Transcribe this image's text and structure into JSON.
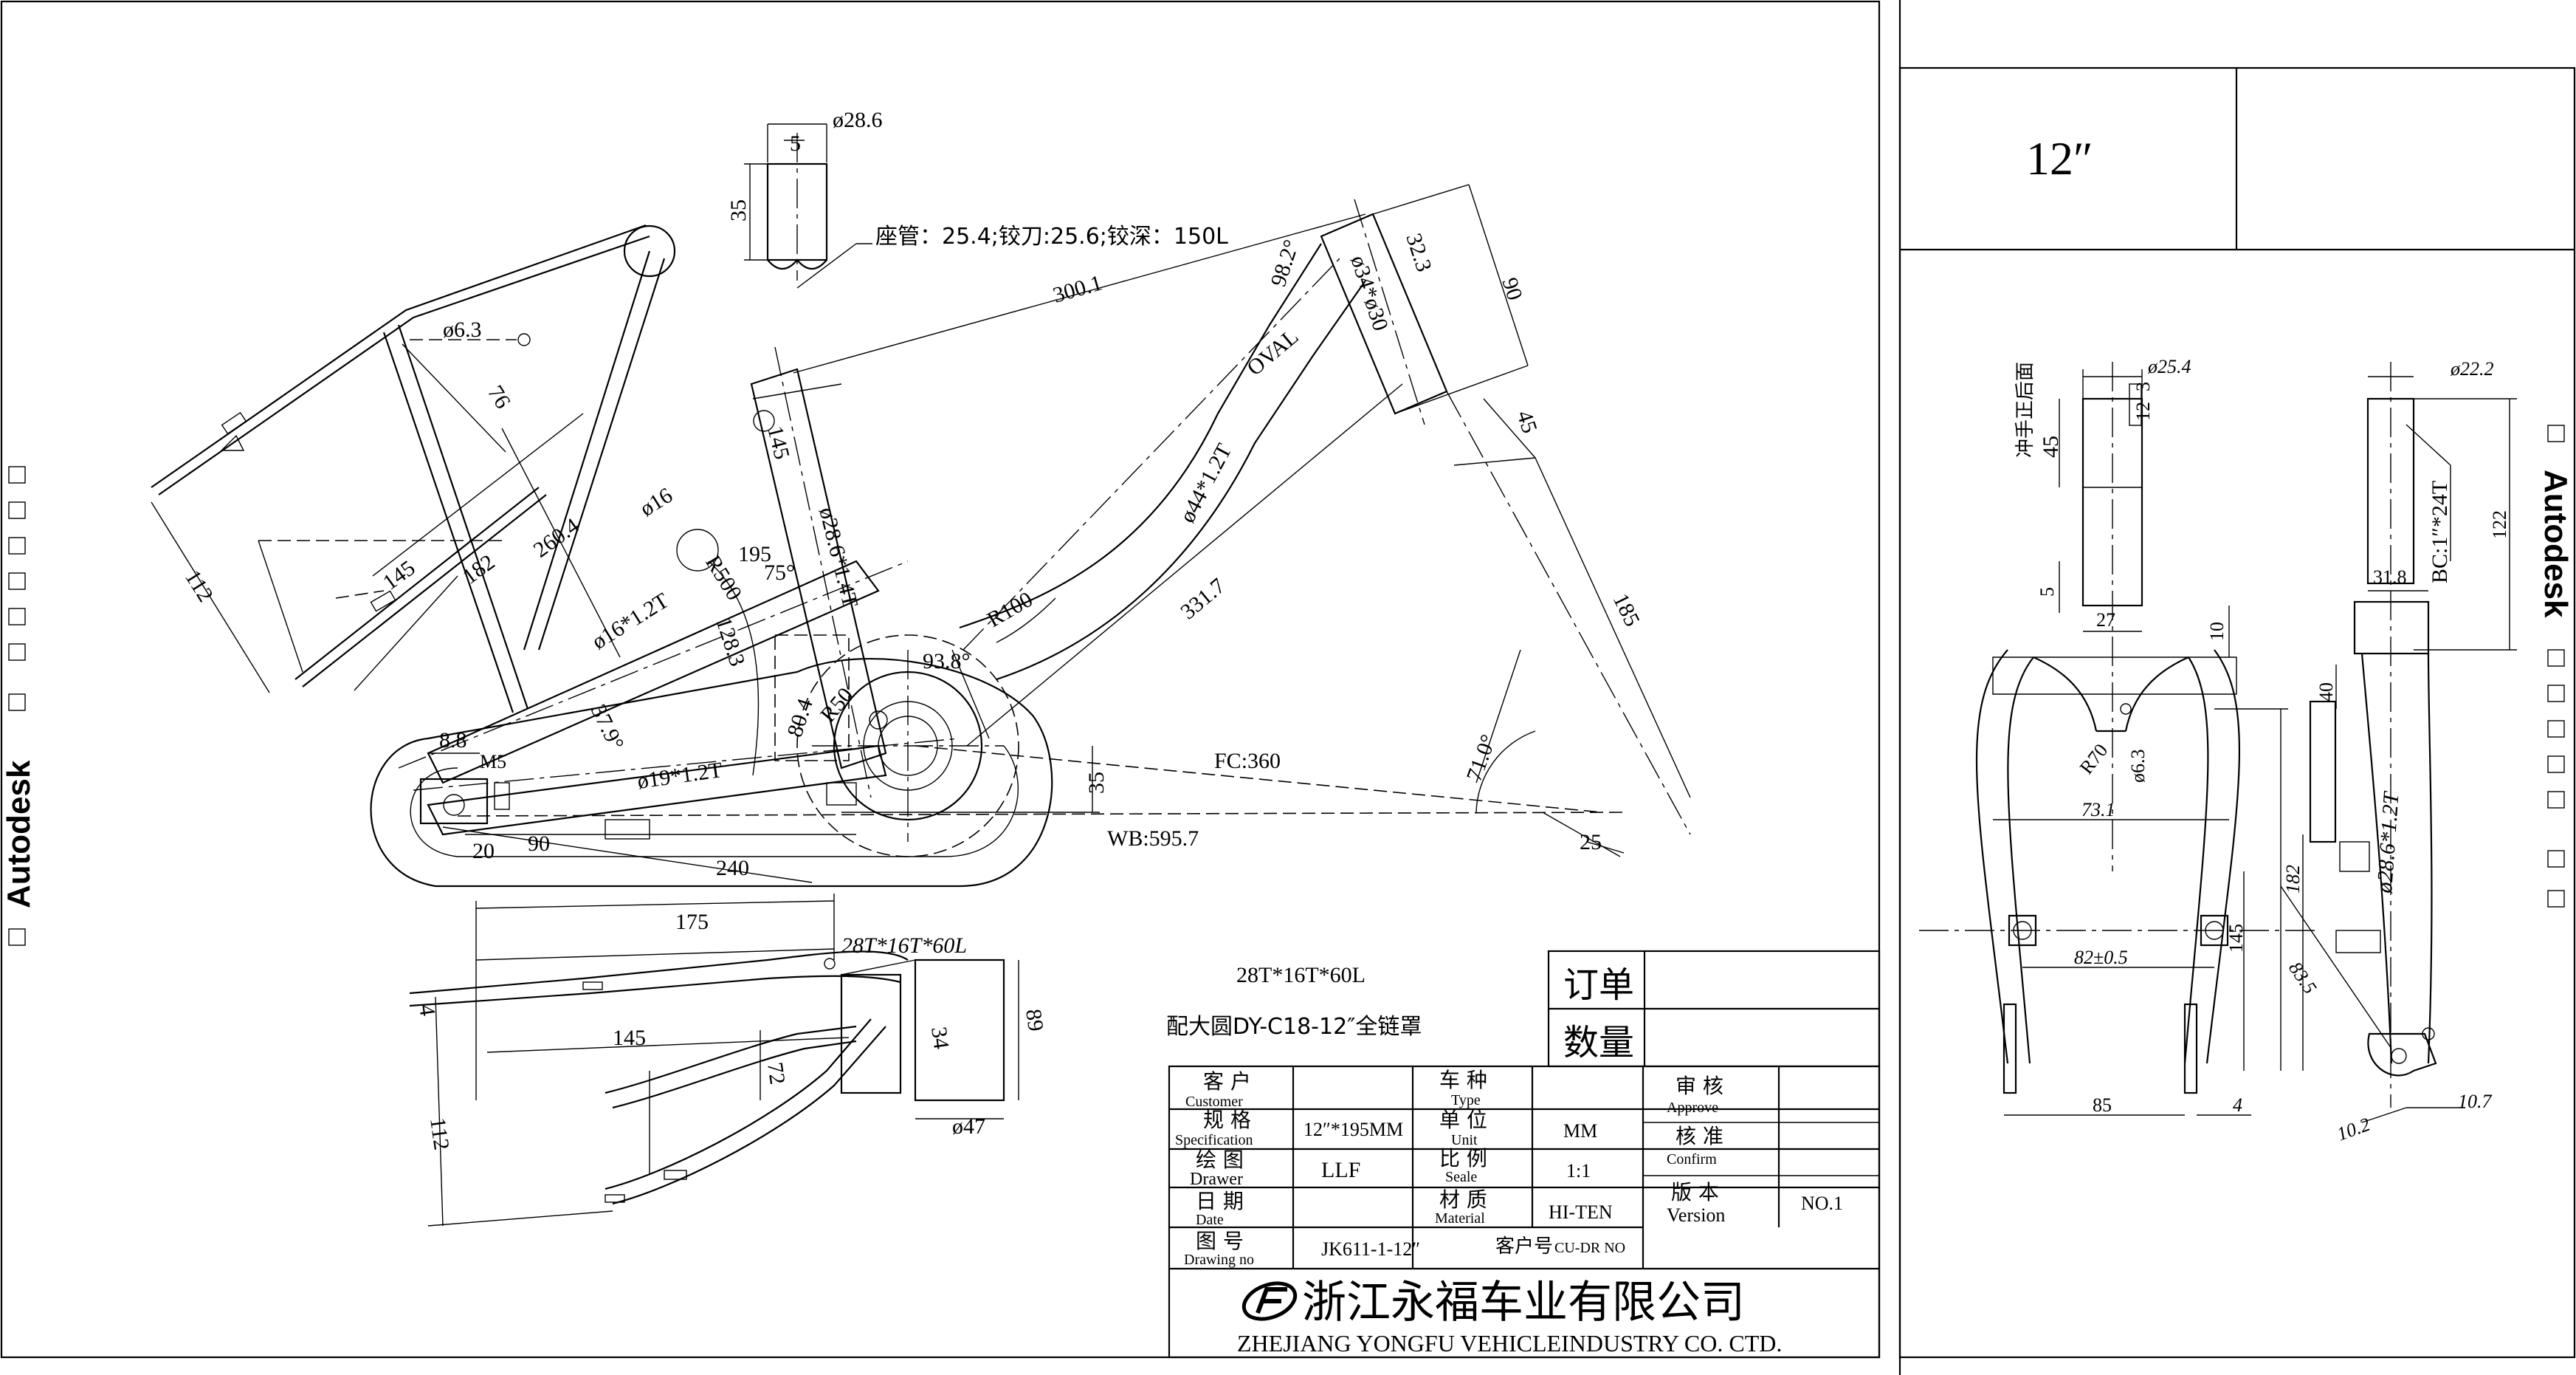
{
  "side_text": "Autodesk",
  "frame": {
    "seat_tube_top_od": "ø28.6",
    "seat_tube_top_len": "35",
    "seat_tube_top_small": "5",
    "seat_note": "座管：25.4;铰刀:25.6;铰深：150L",
    "top_tube_len": "300.1",
    "head_tube_angle": "98.2°",
    "head_tube_dia": "ø34*ø30",
    "head_tube_len": "90",
    "head_tube_offset": "32.3",
    "oval": "OVAL",
    "down_tube": "ø44*1.2T",
    "down_tube_len": "331.7",
    "fork_len": "185",
    "fork_offset": "45",
    "seat_tube": "ø28.6*1.4T",
    "seat_tube_a": "145",
    "seat_angle": "75°",
    "seat_angle2": "195",
    "r_bend": "R100",
    "bb_angle": "93.8°",
    "bb_dim": "80.4",
    "bb_r": "R50",
    "bb_r2": "R500",
    "ss_dia": "ø16*1.2T",
    "ss_small": "ø16",
    "cs_dia": "ø19*1.2T",
    "ss_len_a": "145",
    "ss_len_b": "182",
    "ss_len_c": "260.4",
    "ss_len_d": "76",
    "ss_dia2": "ø6.3",
    "rack_len": "112",
    "dropout_a": "8.8",
    "dropout_m": "M5",
    "dropout_ang": "37.9°",
    "dropout_20": "20",
    "dropout_90": "90",
    "cs_240": "240",
    "bb_128": "128.3",
    "fc": "FC:360",
    "wb": "WB:595.7",
    "bb_drop": "35",
    "angle71": "71.0°",
    "fork_25": "25",
    "chain": "28T*16T*60L",
    "chain_guard": "配大圆DY-C18-12″全链罩",
    "guard_175": "175",
    "guard_chain": "28T*16T*60L",
    "guard_145": "145",
    "guard_72": "72",
    "guard_4": "4",
    "guard_112": "112",
    "guard_34": "34",
    "guard_89": "89",
    "guard_47": "ø47"
  },
  "fork_view": {
    "size_label": "12″",
    "steerer": "ø25.4",
    "steerer_len": "45",
    "steerer_note": "冲手正后面",
    "small_12": "12",
    "small_3": "3",
    "crown": "27",
    "five": "5",
    "ten": "10",
    "r70": "R70",
    "d6": "ø6.3",
    "w731": "73.1",
    "w82": "82±0.5",
    "h145": "145",
    "w85": "85",
    "w4": "4",
    "side_steerer": "ø22.2",
    "bc": "BC:1″*24T",
    "h122": "122",
    "w318": "31.8",
    "h40": "40",
    "h182": "182",
    "blade": "ø28.6*1.2T",
    "h835": "83.5",
    "w107": "10.7",
    "w102": "10.2"
  },
  "title_block": {
    "order_label": "订单",
    "qty_label": "数量",
    "customer_cn": "客 户",
    "customer_en": "Customer",
    "spec_cn": "规 格",
    "spec_en": "Specification",
    "spec_val": "12″*195MM",
    "drawer_cn": "绘 图",
    "drawer_en": "Drawer",
    "drawer_val": "LLF",
    "date_cn": "日 期",
    "date_en": "Date",
    "drawingno_cn": "图 号",
    "drawingno_en": "Drawing no",
    "drawingno_val": "JK611-1-12″",
    "type_cn": "车 种",
    "type_en": "Type",
    "unit_cn": "单 位",
    "unit_en": "Unit",
    "unit_val": "MM",
    "scale_cn": "比 例",
    "scale_en": "Seale",
    "scale_val": "1:1",
    "material_cn": "材 质",
    "material_en": "Material",
    "material_val": "HI-TEN",
    "custno_label": "客户号",
    "custno_val": "CU-DR NO",
    "approve_cn": "审 核",
    "approve_en": "Approve",
    "confirm_cn": "核 准",
    "confirm_en": "Confirm",
    "version_cn": "版 本",
    "version_en": "Version",
    "version_val": "NO.1",
    "company_cn": "浙江永福车业有限公司",
    "company_en": "ZHEJIANG YONGFU VEHICLEINDUSTRY CO. CTD."
  }
}
